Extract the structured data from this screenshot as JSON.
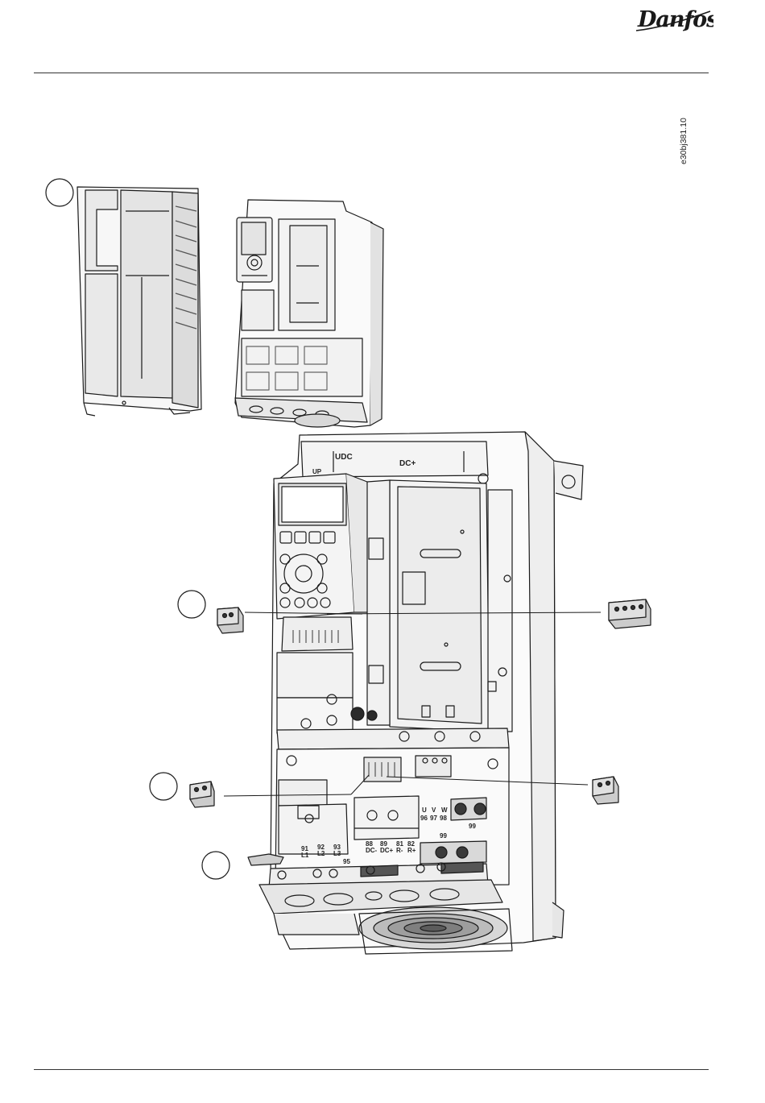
{
  "header": {
    "brand": "Danfoss"
  },
  "figure": {
    "illustration_code": "e30bj381.10",
    "drive_labels": {
      "up": "UP",
      "udc": "UDC",
      "dc_plus": "DC+",
      "u": "U",
      "v": "V",
      "w": "W",
      "t96": "96",
      "t97": "97",
      "t98": "98",
      "t99a": "99",
      "t99b": "99",
      "t91": "91",
      "t92": "92",
      "t93": "93",
      "l1": "L1",
      "l2": "L2",
      "l3": "L3",
      "t88": "88",
      "t89": "89",
      "dc_minus": "DC-",
      "dc_plus2": "DC+",
      "t81": "81",
      "t82": "82",
      "r_minus": "R-",
      "r_plus": "R+",
      "t95": "95"
    }
  }
}
